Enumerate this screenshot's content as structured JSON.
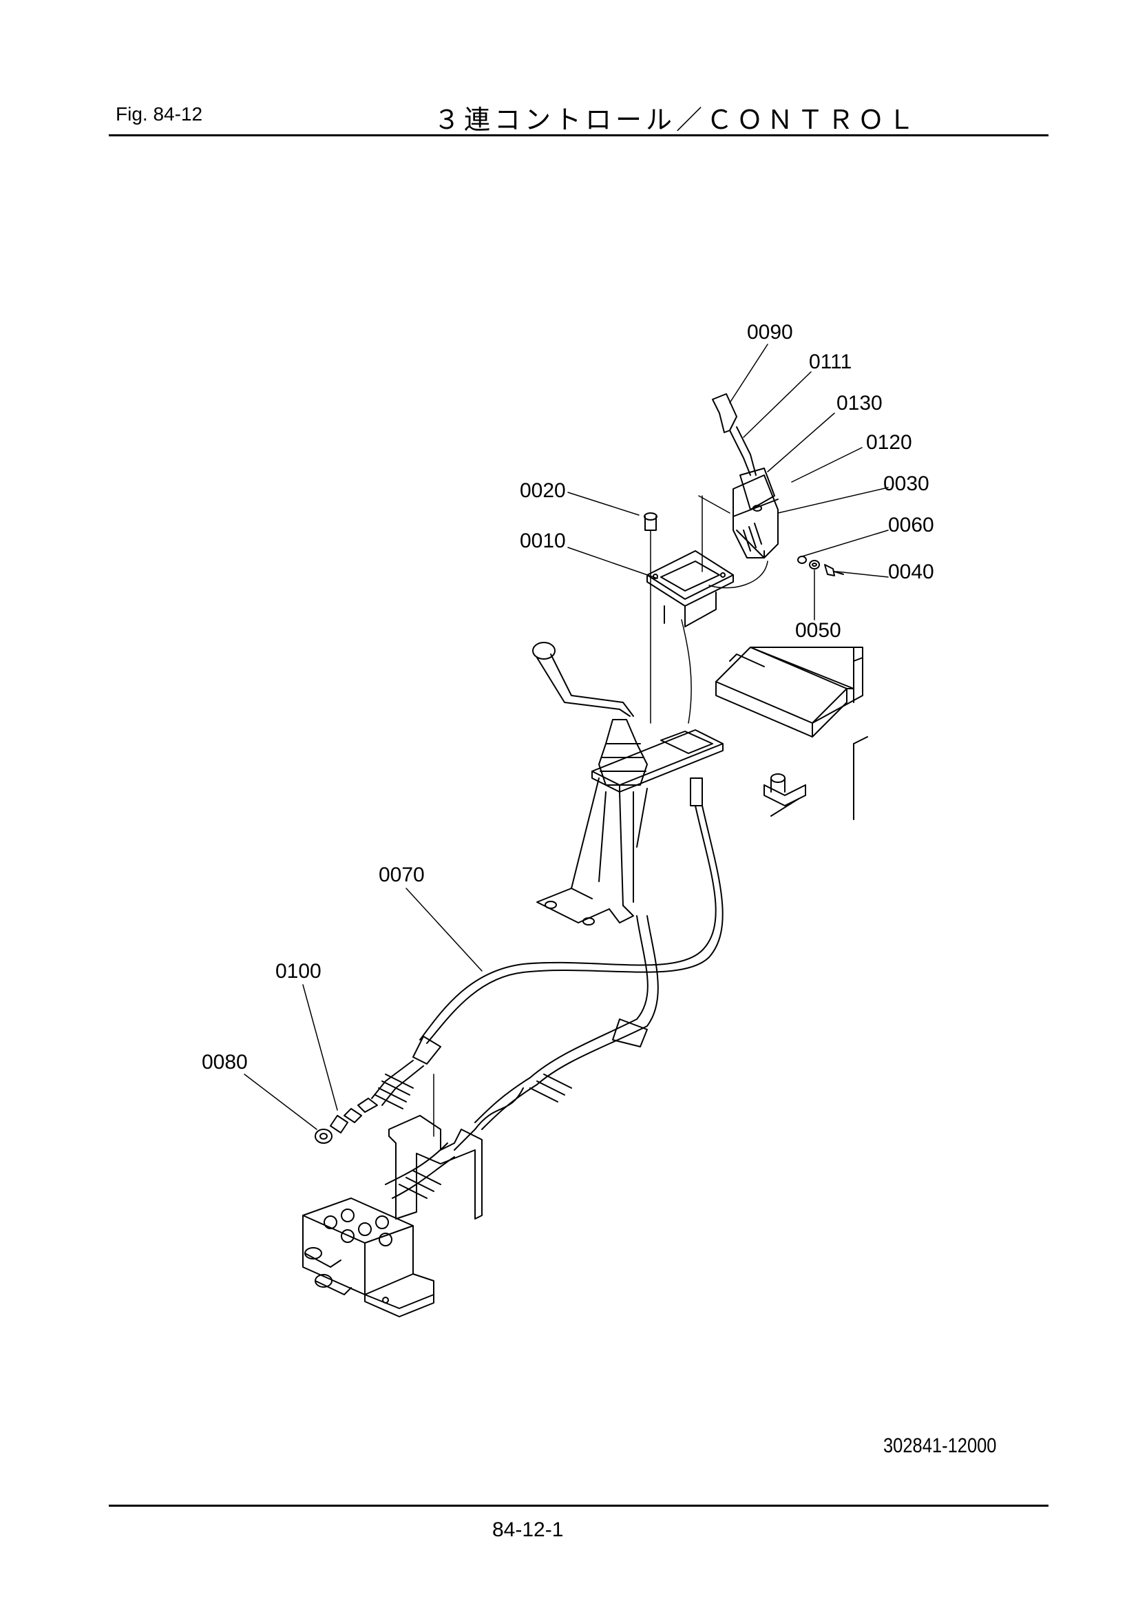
{
  "header": {
    "figure_label": "Fig.  84-12",
    "title": "３連コントロール／ＣＯＮＴＲＯＬ"
  },
  "diagram": {
    "callouts": [
      {
        "id": "0090",
        "label": "0090"
      },
      {
        "id": "0111",
        "label": "0111"
      },
      {
        "id": "0130",
        "label": "0130"
      },
      {
        "id": "0120",
        "label": "0120"
      },
      {
        "id": "0020",
        "label": "0020"
      },
      {
        "id": "0030",
        "label": "0030"
      },
      {
        "id": "0060",
        "label": "0060"
      },
      {
        "id": "0010",
        "label": "0010"
      },
      {
        "id": "0040",
        "label": "0040"
      },
      {
        "id": "0050",
        "label": "0050"
      },
      {
        "id": "0070",
        "label": "0070"
      },
      {
        "id": "0100",
        "label": "0100"
      },
      {
        "id": "0080",
        "label": "0080"
      }
    ],
    "drawing_code": "302841-12000"
  },
  "footer": {
    "page_number": "84-12-1"
  }
}
